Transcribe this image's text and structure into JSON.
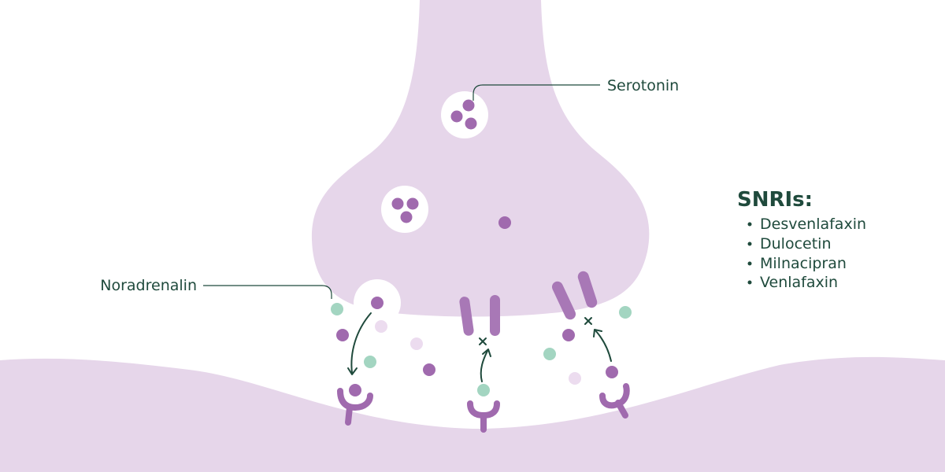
{
  "labels": {
    "serotonin": "Serotonin",
    "noradrenalin": "Noradrenalin"
  },
  "snri": {
    "title": "SNRIs:",
    "items": [
      "Desvenlafaxin",
      "Dulocetin",
      "Milnacipran",
      "Venlafaxin"
    ]
  },
  "colors": {
    "membrane": "#e6d6ea",
    "serotonin_molecule": "#a06aae",
    "noradrenalin_molecule": "#a3d5c1",
    "faded_molecule": "#ecdcef",
    "transporter": "#a878b6",
    "receptor": "#a06aae",
    "text": "#1f4a3c",
    "arrow": "#1f4a3c"
  }
}
